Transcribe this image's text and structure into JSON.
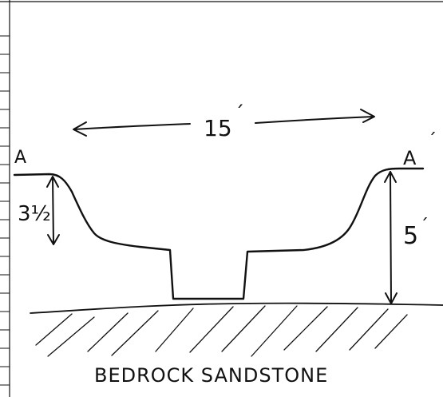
{
  "diagram": {
    "left_marker": "A",
    "right_marker": "A",
    "width_label": "15",
    "left_height_label": "3½",
    "right_height_label": "5",
    "feet_mark": "´",
    "bedrock_label": "BEDROCK SANDSTONE"
  }
}
